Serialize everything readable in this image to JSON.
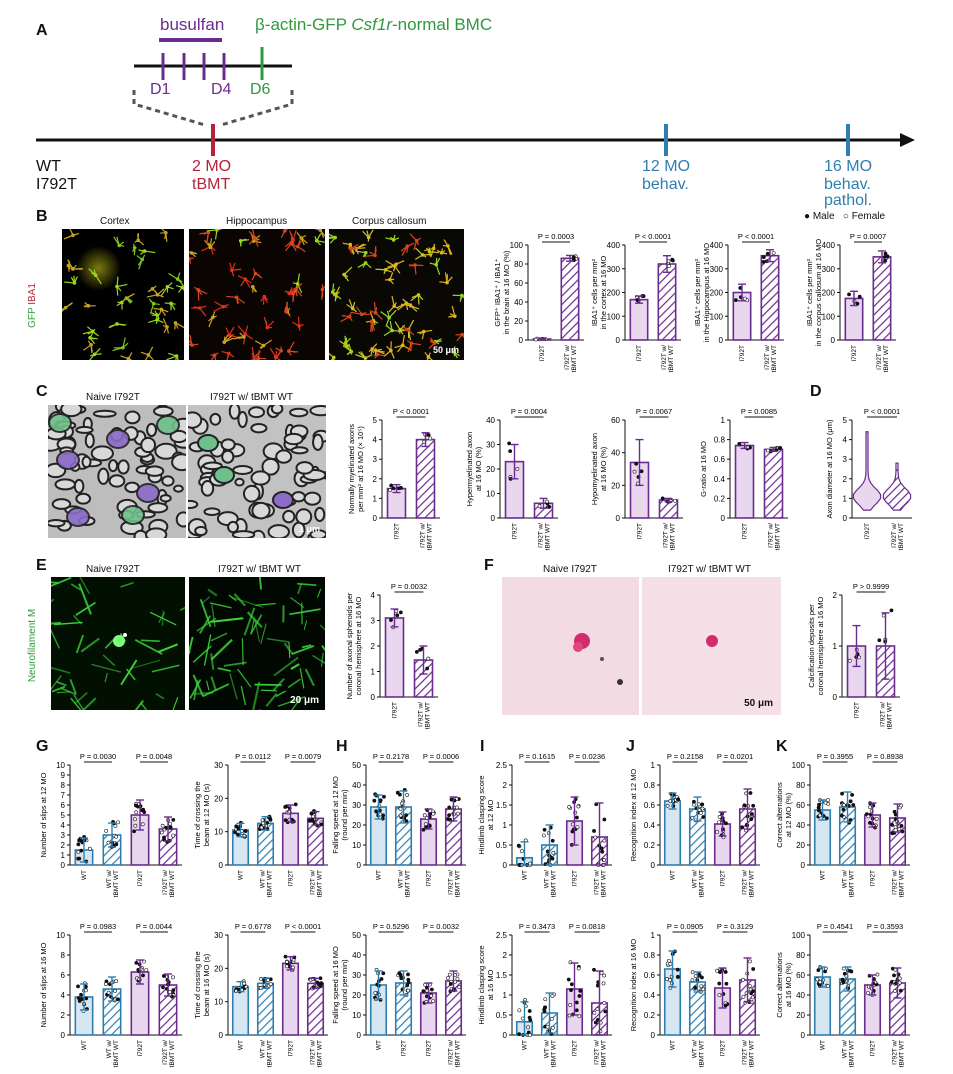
{
  "panels": {
    "A": "A",
    "B": "B",
    "C": "C",
    "D": "D",
    "E": "E",
    "F": "F",
    "G": "G",
    "H": "H",
    "I": "I",
    "J": "J",
    "K": "K"
  },
  "timeline": {
    "busulfan": "busulfan",
    "bmc_prefix": "β-actin-GFP ",
    "bmc_italic": "Csf1r",
    "bmc_suffix": "-normal BMC",
    "d1": "D1",
    "d4": "D4",
    "d6": "D6",
    "wt": "WT",
    "i792t": "I792T",
    "mo2": "2 MO",
    "tbmt": "tBMT",
    "mo12": "12 MO",
    "behav": "behav.",
    "mo16": "16 MO",
    "behav2": "behav.",
    "pathol": "pathol."
  },
  "colors": {
    "purple": "#6a2c8f",
    "green": "#2e9a3c",
    "red": "#b5233a",
    "blue": "#2e7fb0",
    "fillPurple": "#e9d6ef",
    "fillBlue": "#d6e6f3"
  },
  "B": {
    "cols": [
      "Cortex",
      "Hippocampus",
      "Corpus callosum"
    ],
    "ylab_red": "IBA1",
    "ylab_green": "GFP",
    "scale": "50 μm",
    "legend_male": "Male",
    "legend_female": "Female"
  },
  "C": {
    "cols": [
      "Naive I792T",
      "I792T w/ tBMT WT"
    ],
    "scale": "1 μm"
  },
  "E": {
    "cols": [
      "Naive I792T",
      "I792T w/ tBMT WT"
    ],
    "ylab": "Neurofilament M",
    "scale": "20 μm"
  },
  "F": {
    "cols": [
      "Naive I792T",
      "I792T w/ tBMT WT"
    ],
    "scale": "50 μm"
  },
  "charts": [
    {
      "id": "B1",
      "ylabel": [
        "GFP⁺ IBA1⁺ / IBA1⁺",
        "in the brain at 16 MO (%)"
      ],
      "ticks": [
        0,
        20,
        40,
        60,
        80,
        100
      ],
      "ymax": 100,
      "cats": [
        "I792T",
        "I792T w/ tBMT WT"
      ],
      "values": [
        1,
        86
      ],
      "err": [
        0.5,
        3
      ],
      "scheme": "pp",
      "p": [
        {
          "t": "P = 0.0003",
          "a": 0,
          "b": 1
        }
      ]
    },
    {
      "id": "B2",
      "ylabel": [
        "IBA1⁺ cells per mm²",
        "in the cortex at 16 MO"
      ],
      "ticks": [
        0,
        100,
        200,
        300,
        400
      ],
      "ymax": 400,
      "cats": [
        "I792T",
        "I792T w/ tBMT WT"
      ],
      "values": [
        170,
        320
      ],
      "err": [
        15,
        35
      ],
      "scheme": "pp",
      "p": [
        {
          "t": "P < 0.0001",
          "a": 0,
          "b": 1
        }
      ]
    },
    {
      "id": "B3",
      "ylabel": [
        "IBA1⁺ cells per mm²",
        "in the Hippocampus at 16 MO"
      ],
      "ticks": [
        0,
        100,
        200,
        300,
        400
      ],
      "ymax": 400,
      "cats": [
        "I792T",
        "I792T w/ tBMT WT"
      ],
      "values": [
        200,
        355
      ],
      "err": [
        35,
        25
      ],
      "scheme": "pp",
      "p": [
        {
          "t": "P < 0.0001",
          "a": 0,
          "b": 1
        }
      ]
    },
    {
      "id": "B4",
      "ylabel": [
        "IBA1⁺ cells per mm²",
        "in the corpus callosum at 16 MO"
      ],
      "ticks": [
        0,
        100,
        200,
        300,
        400
      ],
      "ymax": 400,
      "cats": [
        "I792T",
        "I792T w/ tBMT WT"
      ],
      "values": [
        175,
        350
      ],
      "err": [
        30,
        25
      ],
      "scheme": "pp",
      "p": [
        {
          "t": "P = 0.0007",
          "a": 0,
          "b": 1
        }
      ]
    },
    {
      "id": "C1",
      "ylabel": [
        "Normally myelinated axons",
        "per mm² at 16 MO (× 10⁵)"
      ],
      "ticks": [
        0,
        1,
        2,
        3,
        4,
        5
      ],
      "ymax": 5,
      "cats": [
        "I792T",
        "I792T w/ tBMT WT"
      ],
      "values": [
        1.5,
        4.0
      ],
      "err": [
        0.2,
        0.35
      ],
      "scheme": "pp",
      "p": [
        {
          "t": "P < 0.0001",
          "a": 0,
          "b": 1
        }
      ]
    },
    {
      "id": "C2",
      "ylabel": [
        "Hypermyelinated axon",
        "at 16 MO (%)"
      ],
      "ticks": [
        0,
        10,
        20,
        30,
        40
      ],
      "ymax": 40,
      "cats": [
        "I792T",
        "I792T w/ tBMT WT"
      ],
      "values": [
        23,
        6
      ],
      "err": [
        7,
        2
      ],
      "scheme": "pp",
      "p": [
        {
          "t": "P = 0.0004",
          "a": 0,
          "b": 1
        }
      ]
    },
    {
      "id": "C3",
      "ylabel": [
        "Hypomyelinated axon",
        "at 16 MO (%)"
      ],
      "ticks": [
        0,
        20,
        40,
        60
      ],
      "ymax": 60,
      "cats": [
        "I792T",
        "I792T w/ tBMT WT"
      ],
      "values": [
        34,
        11
      ],
      "err": [
        14,
        1
      ],
      "scheme": "pp",
      "p": [
        {
          "t": "P = 0.0067",
          "a": 0,
          "b": 1
        }
      ]
    },
    {
      "id": "C4",
      "ylabel": [
        "G-ratio at 16 MO"
      ],
      "ticks": [
        0.0,
        0.2,
        0.4,
        0.6,
        0.8,
        1.0
      ],
      "ymax": 1.0,
      "cats": [
        "I792T",
        "I792T w/ tBMT WT"
      ],
      "values": [
        0.74,
        0.7
      ],
      "err": [
        0.03,
        0.02
      ],
      "scheme": "pp",
      "p": [
        {
          "t": "P = 0.0085",
          "a": 0,
          "b": 1
        }
      ]
    },
    {
      "id": "E1",
      "ylabel": [
        "Number of axonal spheroids per",
        "coronal hemisphere at 16 MO"
      ],
      "ticks": [
        0,
        1,
        2,
        3,
        4
      ],
      "ymax": 4,
      "cats": [
        "I792T",
        "I792T w/ tBMT WT"
      ],
      "values": [
        3.1,
        1.45
      ],
      "err": [
        0.35,
        0.55
      ],
      "scheme": "pp",
      "p": [
        {
          "t": "P = 0.0032",
          "a": 0,
          "b": 1
        }
      ]
    },
    {
      "id": "F1",
      "ylabel": [
        "Calcification deposits per",
        "coronal hemisphere at 16 MO"
      ],
      "ticks": [
        0,
        1,
        2
      ],
      "ymax": 2,
      "cats": [
        "I792T",
        "I792T w/ tBMT WT"
      ],
      "values": [
        1.0,
        1.0
      ],
      "err": [
        0.4,
        0.65
      ],
      "scheme": "pp",
      "p": [
        {
          "t": "P > 0.9999",
          "a": 0,
          "b": 1
        }
      ]
    },
    {
      "id": "G1",
      "ylabel": [
        "Number of slips at 12 MO"
      ],
      "ticks": [
        0,
        1,
        2,
        3,
        4,
        5,
        6,
        7,
        8,
        9,
        10
      ],
      "ymax": 10,
      "cats": [
        "WT",
        "WT w/ tBMT WT",
        "I792T",
        "I792T w/ tBMT WT"
      ],
      "values": [
        1.5,
        3.0,
        5.0,
        3.6
      ],
      "err": [
        1.2,
        1.2,
        1.5,
        1.2
      ],
      "scheme": "bbpp",
      "p": [
        {
          "t": "P = 0.0030",
          "a": 0,
          "b": 1
        },
        {
          "t": "P = 0.0048",
          "a": 2,
          "b": 3
        }
      ]
    },
    {
      "id": "G2",
      "ylabel": [
        "Time of crossing the",
        "beam at 12 MO (s)"
      ],
      "ticks": [
        0,
        10,
        20,
        30
      ],
      "ymax": 30,
      "cats": [
        "WT",
        "WT w/ tBMT WT",
        "I792T",
        "I792T w/ tBMT WT"
      ],
      "values": [
        10.5,
        12.5,
        15.5,
        14
      ],
      "err": [
        2,
        2,
        2.5,
        2
      ],
      "scheme": "bbpp",
      "p": [
        {
          "t": "P = 0.0112",
          "a": 0,
          "b": 1
        },
        {
          "t": "P = 0.0079",
          "a": 2,
          "b": 3
        }
      ]
    },
    {
      "id": "H1",
      "ylabel": [
        "Falling speed at 12 MO",
        "(round per min)"
      ],
      "ticks": [
        0,
        10,
        20,
        30,
        40,
        50
      ],
      "ymax": 50,
      "cats": [
        "WT",
        "WT w/ tBMT WT",
        "I792T",
        "I792T w/ tBMT WT"
      ],
      "values": [
        29,
        29,
        23,
        28
      ],
      "err": [
        6,
        8,
        5,
        6
      ],
      "scheme": "bbpp",
      "p": [
        {
          "t": "P = 0.2178",
          "a": 0,
          "b": 1
        },
        {
          "t": "P = 0.0006",
          "a": 2,
          "b": 3
        }
      ]
    },
    {
      "id": "I1",
      "ylabel": [
        "Hindlimb clasping score",
        "at 12 MO"
      ],
      "ticks": [
        0.0,
        0.5,
        1.0,
        1.5,
        2.0,
        2.5
      ],
      "ymax": 2.5,
      "cats": [
        "WT",
        "WT w/ tBMT WT",
        "I792T",
        "I792T w/ tBMT WT"
      ],
      "values": [
        0.18,
        0.5,
        1.1,
        0.7
      ],
      "err": [
        0.4,
        0.5,
        0.6,
        0.85
      ],
      "scheme": "bbpp",
      "p": [
        {
          "t": "P = 0.1615",
          "a": 0,
          "b": 1
        },
        {
          "t": "P = 0.0236",
          "a": 2,
          "b": 3
        }
      ]
    },
    {
      "id": "J1",
      "ylabel": [
        "Recognition index at 12 MO"
      ],
      "ticks": [
        0.0,
        0.2,
        0.4,
        0.6,
        0.8,
        1.0
      ],
      "ymax": 1.0,
      "cats": [
        "WT",
        "WT w/ tBMT WT",
        "I792T",
        "I792T w/ tBMT WT"
      ],
      "values": [
        0.64,
        0.56,
        0.41,
        0.56
      ],
      "err": [
        0.08,
        0.12,
        0.12,
        0.2
      ],
      "scheme": "bbpp",
      "p": [
        {
          "t": "P = 0.2158",
          "a": 0,
          "b": 1
        },
        {
          "t": "P = 0.0201",
          "a": 2,
          "b": 3
        }
      ]
    },
    {
      "id": "K1",
      "ylabel": [
        "Correct alternations",
        "at 12 MO (%)"
      ],
      "ticks": [
        0,
        20,
        40,
        60,
        80,
        100
      ],
      "ymax": 100,
      "cats": [
        "WT",
        "WT w/ tBMT WT",
        "I792T",
        "I792T w/ tBMT WT"
      ],
      "values": [
        55,
        58,
        50,
        47
      ],
      "err": [
        10,
        15,
        12,
        14
      ],
      "scheme": "bbpp",
      "p": [
        {
          "t": "P = 0.3955",
          "a": 0,
          "b": 1
        },
        {
          "t": "P = 0.8938",
          "a": 2,
          "b": 3
        }
      ]
    },
    {
      "id": "G3",
      "ylabel": [
        "Number of slips at 16 MO"
      ],
      "ticks": [
        0,
        2,
        4,
        6,
        8,
        10
      ],
      "ymax": 10,
      "cats": [
        "WT",
        "WT w/ tBMT WT",
        "I792T",
        "I792T w/ tBMT WT"
      ],
      "values": [
        3.8,
        4.6,
        6.3,
        5.0
      ],
      "err": [
        1.3,
        1.2,
        1.2,
        1.1
      ],
      "scheme": "bbpp",
      "p": [
        {
          "t": "P = 0.0983",
          "a": 0,
          "b": 1
        },
        {
          "t": "P = 0.0044",
          "a": 2,
          "b": 3
        }
      ]
    },
    {
      "id": "G4",
      "ylabel": [
        "Time of crossing the",
        "beam at 16 MO (s)"
      ],
      "ticks": [
        0,
        10,
        20,
        30
      ],
      "ymax": 30,
      "cats": [
        "WT",
        "WT w/ tBMT WT",
        "I792T",
        "I792T w/ tBMT WT"
      ],
      "values": [
        14.5,
        15.5,
        21.5,
        15.5
      ],
      "err": [
        1.5,
        1.5,
        2,
        1.5
      ],
      "scheme": "bbpp",
      "p": [
        {
          "t": "P = 0.6778",
          "a": 0,
          "b": 1
        },
        {
          "t": "P < 0.0001",
          "a": 2,
          "b": 3
        }
      ]
    },
    {
      "id": "H2",
      "ylabel": [
        "Falling speed at 16 MO",
        "(round per min)"
      ],
      "ticks": [
        0,
        10,
        20,
        30,
        40,
        50
      ],
      "ymax": 50,
      "cats": [
        "WT",
        "I792T",
        "I792T",
        "I792T w/ tBMT WT"
      ],
      "values": [
        25,
        26,
        21,
        27
      ],
      "err": [
        7,
        6,
        5,
        5
      ],
      "scheme": "bbpp",
      "p": [
        {
          "t": "P = 0.5296",
          "a": 0,
          "b": 1
        },
        {
          "t": "P = 0.0032",
          "a": 2,
          "b": 3
        }
      ]
    },
    {
      "id": "I2",
      "ylabel": [
        "Hindlimb clasping score",
        "at 16 MO"
      ],
      "ticks": [
        0.0,
        0.5,
        1.0,
        1.5,
        2.0,
        2.5
      ],
      "ymax": 2.5,
      "cats": [
        "WT",
        "WT w/ tBMT WT",
        "I792T",
        "I792T w/ tBMT WT"
      ],
      "values": [
        0.33,
        0.55,
        1.15,
        0.8
      ],
      "err": [
        0.5,
        0.5,
        0.65,
        0.8
      ],
      "scheme": "bbpp",
      "p": [
        {
          "t": "P = 0.3473",
          "a": 0,
          "b": 1
        },
        {
          "t": "P = 0.0818",
          "a": 2,
          "b": 3
        }
      ]
    },
    {
      "id": "J2",
      "ylabel": [
        "Recognition index at 16 MO"
      ],
      "ticks": [
        0.0,
        0.2,
        0.4,
        0.6,
        0.8,
        1.0
      ],
      "ymax": 1.0,
      "cats": [
        "WT",
        "WT w/ tBMT WT",
        "I792T",
        "I792T w/ tBMT WT"
      ],
      "values": [
        0.66,
        0.53,
        0.47,
        0.55
      ],
      "err": [
        0.18,
        0.1,
        0.2,
        0.22
      ],
      "scheme": "bbpp",
      "p": [
        {
          "t": "P = 0.0905",
          "a": 0,
          "b": 1
        },
        {
          "t": "P = 0.3129",
          "a": 2,
          "b": 3
        }
      ]
    },
    {
      "id": "K2",
      "ylabel": [
        "Correct alternations",
        "at 16 MO (%)"
      ],
      "ticks": [
        0,
        20,
        40,
        60,
        80,
        100
      ],
      "ymax": 100,
      "cats": [
        "WT",
        "WT w/ tBMT WT",
        "I792T",
        "I792T w/ tBMT WT"
      ],
      "values": [
        58,
        56,
        50,
        52
      ],
      "err": [
        10,
        12,
        10,
        15
      ],
      "scheme": "bbpp",
      "p": [
        {
          "t": "P = 0.4541",
          "a": 0,
          "b": 1
        },
        {
          "t": "P = 0.3593",
          "a": 2,
          "b": 3
        }
      ]
    }
  ],
  "violin": {
    "ylabel": "Axon diameter at 16 MO (μm)",
    "ticks": [
      0,
      1,
      2,
      3,
      4,
      5
    ],
    "ymax": 5,
    "cats": [
      "I792T",
      "I792T w/ tBMT WT"
    ],
    "p": "P < 0.0001"
  }
}
